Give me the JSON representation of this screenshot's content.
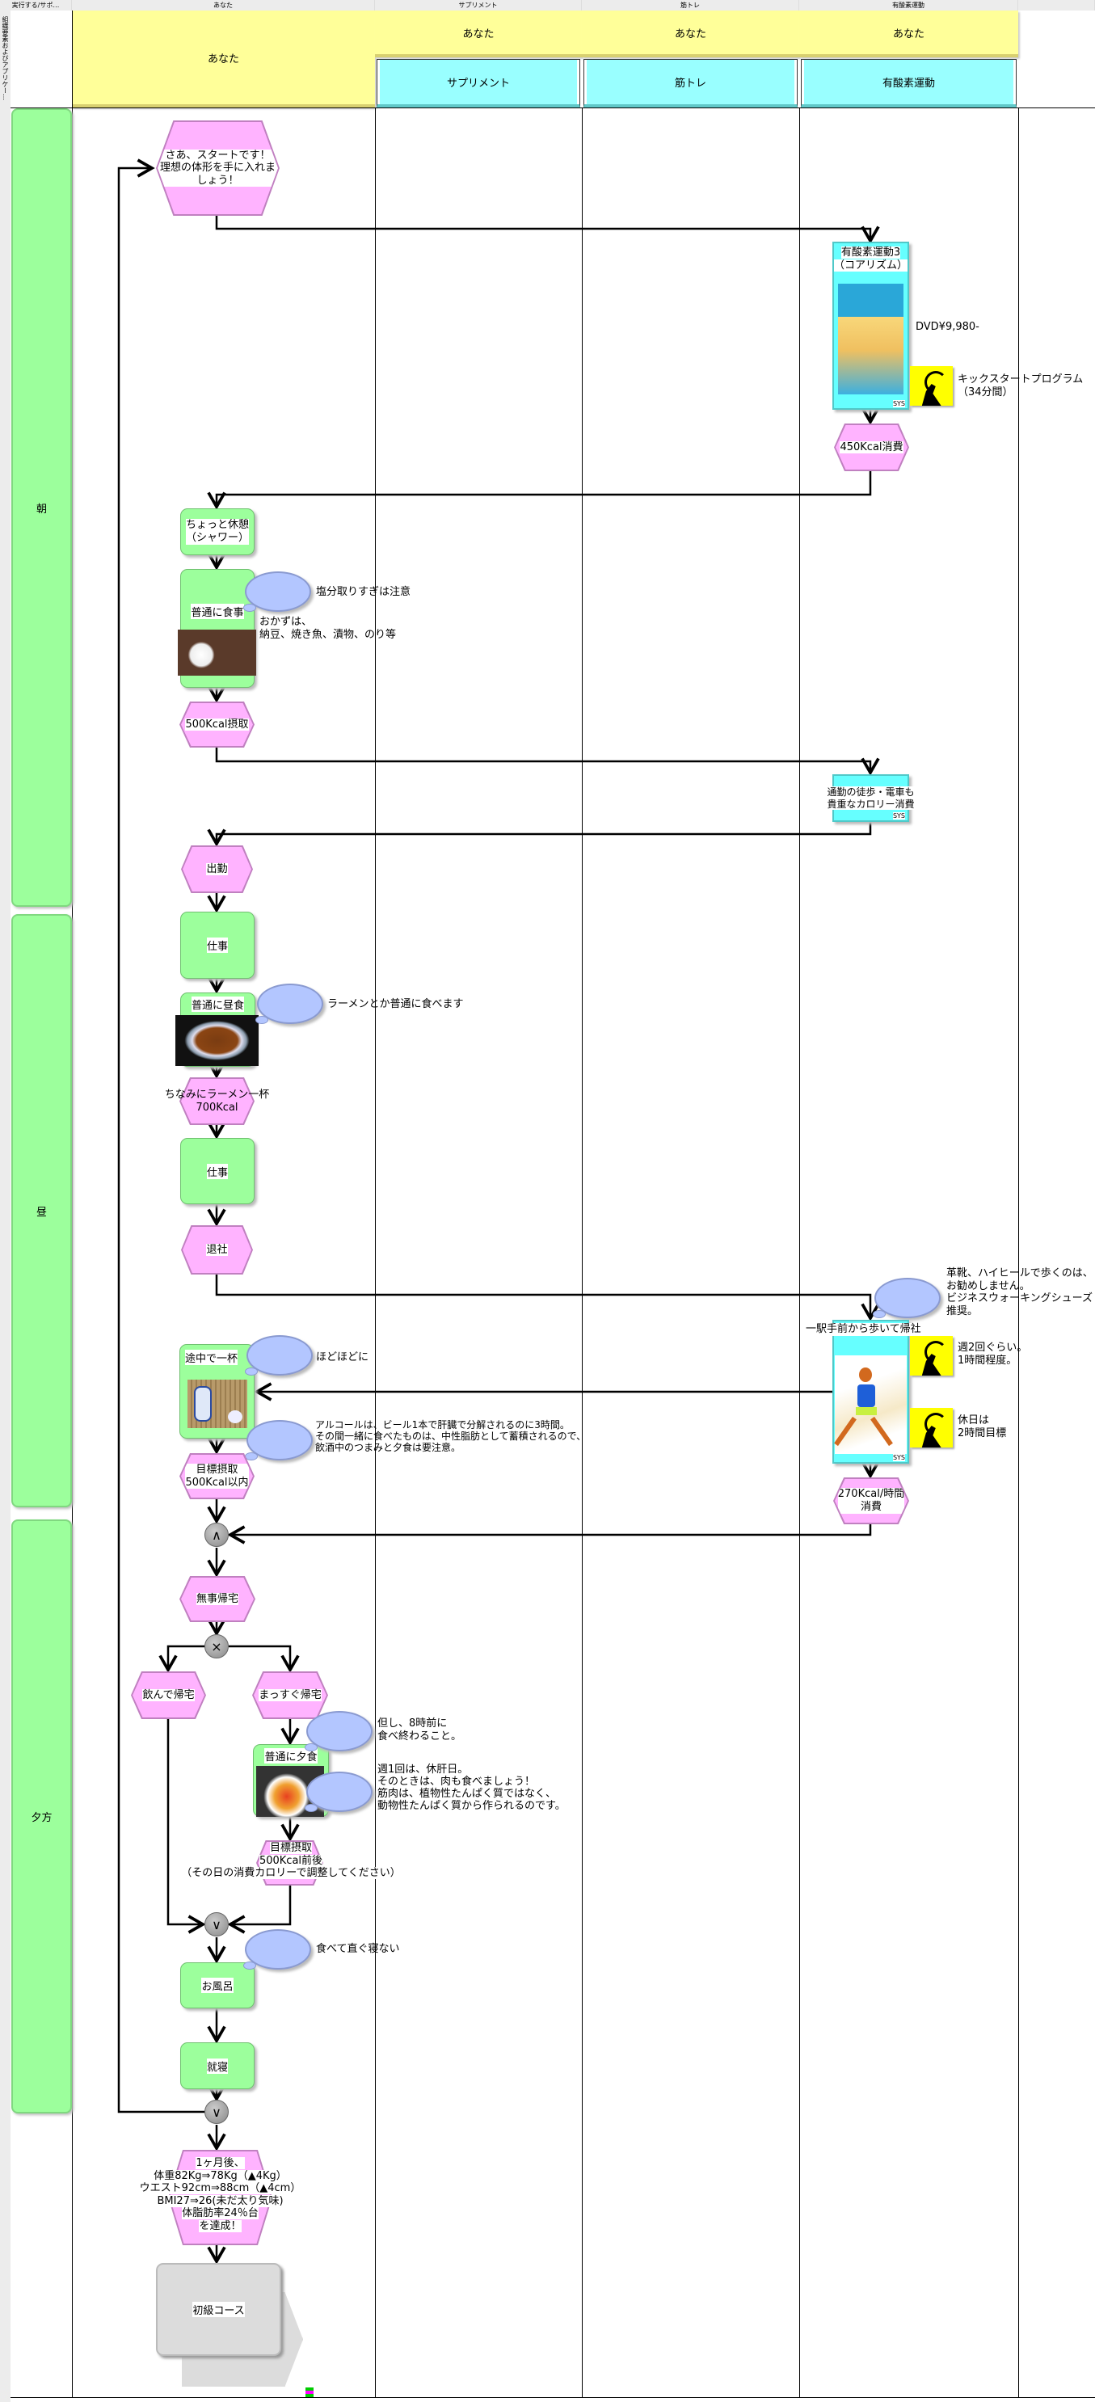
{
  "header": {
    "left_strip": "組織要素およびアプリケー…",
    "top_labels": [
      "実行する/サポ…",
      "あなた",
      "サプリメント",
      "筋トレ",
      "有酸素運動"
    ],
    "main_actor": "あなた",
    "columns": [
      {
        "actor": "あなた",
        "role": "サプリメント"
      },
      {
        "actor": "あなた",
        "role": "筋トレ"
      },
      {
        "actor": "あなた",
        "role": "有酸素運動"
      }
    ]
  },
  "lanes": [
    "朝",
    "昼",
    "夕方"
  ],
  "nodes": {
    "start": "さあ、スタートです！\n理想の体形を手に入れましょう！",
    "aerobic": "有酸素運動3\n（コアリズム）",
    "dvd_price": "DVD¥9,980-",
    "kickstart": "キックスタートプログラム\n（34分間）",
    "burn450": "450Kcal消費",
    "rest": "ちょっと休憩\n（シャワー）",
    "breakfast": "普通に食事",
    "salt_note": "塩分取りすぎは注意",
    "side_dishes": "おかずは、\n納豆、焼き魚、漬物、のり等",
    "intake500": "500Kcal摂取",
    "commute": "通勤の徒歩・電車も\n貴重なカロリー消費",
    "go_work": "出勤",
    "work1": "仕事",
    "lunch": "普通に昼食",
    "lunch_note": "ラーメンとか普通に食べます",
    "ramen": "ちなみにラーメン一杯\n700Kcal",
    "work2": "仕事",
    "leave": "退社",
    "walk": "一駅手前から歩いて帰社",
    "shoes_note": "革靴、ハイヒールで歩くのは、\nお勧めしません。\nビジネスウォーキングシューズ\n推奨。",
    "weekly": "週2回ぐらい。\n1時間程度。",
    "holiday": "休日は\n2時間目標",
    "burn270": "270Kcal/時間\n消費",
    "drink": "途中で一杯",
    "drink_note": "ほどほどに",
    "alcohol_note": "アルコールは、ビール1本で肝臓で分解されるのに3時間。\nその間一緒に食べたものは、中性脂肪として蓄積されるので、\n飲酒中のつまみと夕食は要注意。",
    "target1": "目標摂取\n500Kcal以内",
    "and_gate": "∧",
    "home": "無事帰宅",
    "xor_gate": "×",
    "drunk_home": "飲んで帰宅",
    "straight_home": "まっすぐ帰宅",
    "dinner": "普通に夕食",
    "dinner_note1": "但し、8時前に\n食べ終わること。",
    "dinner_note2": "週1回は、休肝日。\nそのときは、肉も食べましょう！\n筋肉は、植物性たんぱく質ではなく、\n動物性たんぱく質から作られるのです。",
    "target2": "目標摂取\n500Kcal前後\n（その日の消費カロリーで調整してください）",
    "or_gate1": "∨",
    "bath": "お風呂",
    "bath_note": "食べて直ぐ寝ない",
    "sleep": "就寝",
    "or_gate2": "∨",
    "result": "1ヶ月後、\n体重82Kg⇒78Kg（▲4Kg）\nウエスト92cm⇒88cm（▲4cm）\nBMI27⇒26(未だ太り気味)\n体脂肪率24％台\nを達成！",
    "course": "初級コース",
    "sys_mark": "SYS"
  },
  "colors": {
    "function": "#9cff9c",
    "event": "#ffb3ff",
    "system": "#66ffff",
    "actor": "#ffff99",
    "role": "#99ffff",
    "bubble": "#b3c6ff"
  }
}
